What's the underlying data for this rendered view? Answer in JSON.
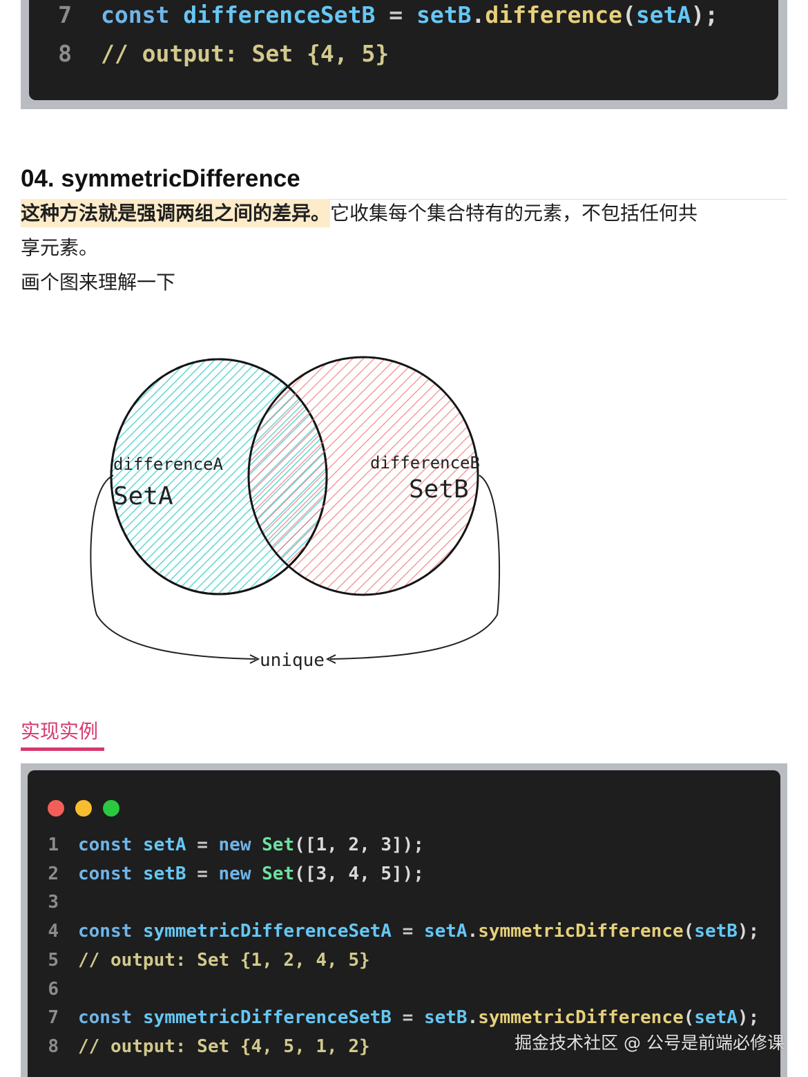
{
  "top_code": {
    "lines": [
      {
        "n": "7",
        "tokens": [
          {
            "t": "const",
            "c": "kw"
          },
          {
            "t": " ",
            "c": "op"
          },
          {
            "t": "differenceSetB",
            "c": "var"
          },
          {
            "t": " = ",
            "c": "op"
          },
          {
            "t": "setB",
            "c": "var"
          },
          {
            "t": ".",
            "c": "pun"
          },
          {
            "t": "difference",
            "c": "fn"
          },
          {
            "t": "(",
            "c": "pun"
          },
          {
            "t": "setA",
            "c": "var"
          },
          {
            "t": ");",
            "c": "pun"
          }
        ]
      },
      {
        "n": "8",
        "tokens": [
          {
            "t": "// output: Set {4, 5}",
            "c": "cm"
          }
        ]
      }
    ]
  },
  "heading": "04. symmetricDifference",
  "paragraph": {
    "highlight": "这种方法就是强调两组之间的差异。",
    "rest_line1": "它收集每个集合特有的元素，不包括任何共",
    "rest_line2": "享元素。",
    "line3": "画个图来理解一下"
  },
  "diagram": {
    "label_diff_a": "differenceA",
    "label_set_a": "SetA",
    "label_diff_b": "differenceB",
    "label_set_b": "SetB",
    "label_unique": "unique",
    "color_a": "#5fd8d6",
    "color_b": "#ee7f80"
  },
  "subheading": "实现实例",
  "bottom_code": {
    "dot_colors": [
      "#f25f58",
      "#f8bd2e",
      "#29c940"
    ],
    "lines": [
      {
        "n": "1",
        "tokens": [
          {
            "t": "const",
            "c": "kw"
          },
          {
            "t": " ",
            "c": "op"
          },
          {
            "t": "setA",
            "c": "var"
          },
          {
            "t": " = ",
            "c": "op"
          },
          {
            "t": "new",
            "c": "kw"
          },
          {
            "t": " ",
            "c": "op"
          },
          {
            "t": "Set",
            "c": "cls"
          },
          {
            "t": "([",
            "c": "pun"
          },
          {
            "t": "1",
            "c": "num"
          },
          {
            "t": ", ",
            "c": "pun"
          },
          {
            "t": "2",
            "c": "num"
          },
          {
            "t": ", ",
            "c": "pun"
          },
          {
            "t": "3",
            "c": "num"
          },
          {
            "t": "]);",
            "c": "pun"
          }
        ]
      },
      {
        "n": "2",
        "tokens": [
          {
            "t": "const",
            "c": "kw"
          },
          {
            "t": " ",
            "c": "op"
          },
          {
            "t": "setB",
            "c": "var"
          },
          {
            "t": " = ",
            "c": "op"
          },
          {
            "t": "new",
            "c": "kw"
          },
          {
            "t": " ",
            "c": "op"
          },
          {
            "t": "Set",
            "c": "cls"
          },
          {
            "t": "([",
            "c": "pun"
          },
          {
            "t": "3",
            "c": "num"
          },
          {
            "t": ", ",
            "c": "pun"
          },
          {
            "t": "4",
            "c": "num"
          },
          {
            "t": ", ",
            "c": "pun"
          },
          {
            "t": "5",
            "c": "num"
          },
          {
            "t": "]);",
            "c": "pun"
          }
        ]
      },
      {
        "n": "3",
        "tokens": []
      },
      {
        "n": "4",
        "tokens": [
          {
            "t": "const",
            "c": "kw"
          },
          {
            "t": " ",
            "c": "op"
          },
          {
            "t": "symmetricDifferenceSetA",
            "c": "var"
          },
          {
            "t": " = ",
            "c": "op"
          },
          {
            "t": "setA",
            "c": "var"
          },
          {
            "t": ".",
            "c": "pun"
          },
          {
            "t": "symmetricDifference",
            "c": "fn"
          },
          {
            "t": "(",
            "c": "pun"
          },
          {
            "t": "setB",
            "c": "var"
          },
          {
            "t": ");",
            "c": "pun"
          }
        ]
      },
      {
        "n": "5",
        "tokens": [
          {
            "t": "// output: Set {1, 2, 4, 5}",
            "c": "cm"
          }
        ]
      },
      {
        "n": "6",
        "tokens": []
      },
      {
        "n": "7",
        "tokens": [
          {
            "t": "const",
            "c": "kw"
          },
          {
            "t": " ",
            "c": "op"
          },
          {
            "t": "symmetricDifferenceSetB",
            "c": "var"
          },
          {
            "t": " = ",
            "c": "op"
          },
          {
            "t": "setB",
            "c": "var"
          },
          {
            "t": ".",
            "c": "pun"
          },
          {
            "t": "symmetricDifference",
            "c": "fn"
          },
          {
            "t": "(",
            "c": "pun"
          },
          {
            "t": "setA",
            "c": "var"
          },
          {
            "t": ");",
            "c": "pun"
          }
        ]
      },
      {
        "n": "8",
        "tokens": [
          {
            "t": "// output: Set {4, 5, 1, 2}",
            "c": "cm"
          }
        ]
      }
    ]
  },
  "watermark": "掘金技术社区 @ 公号是前端必修课"
}
